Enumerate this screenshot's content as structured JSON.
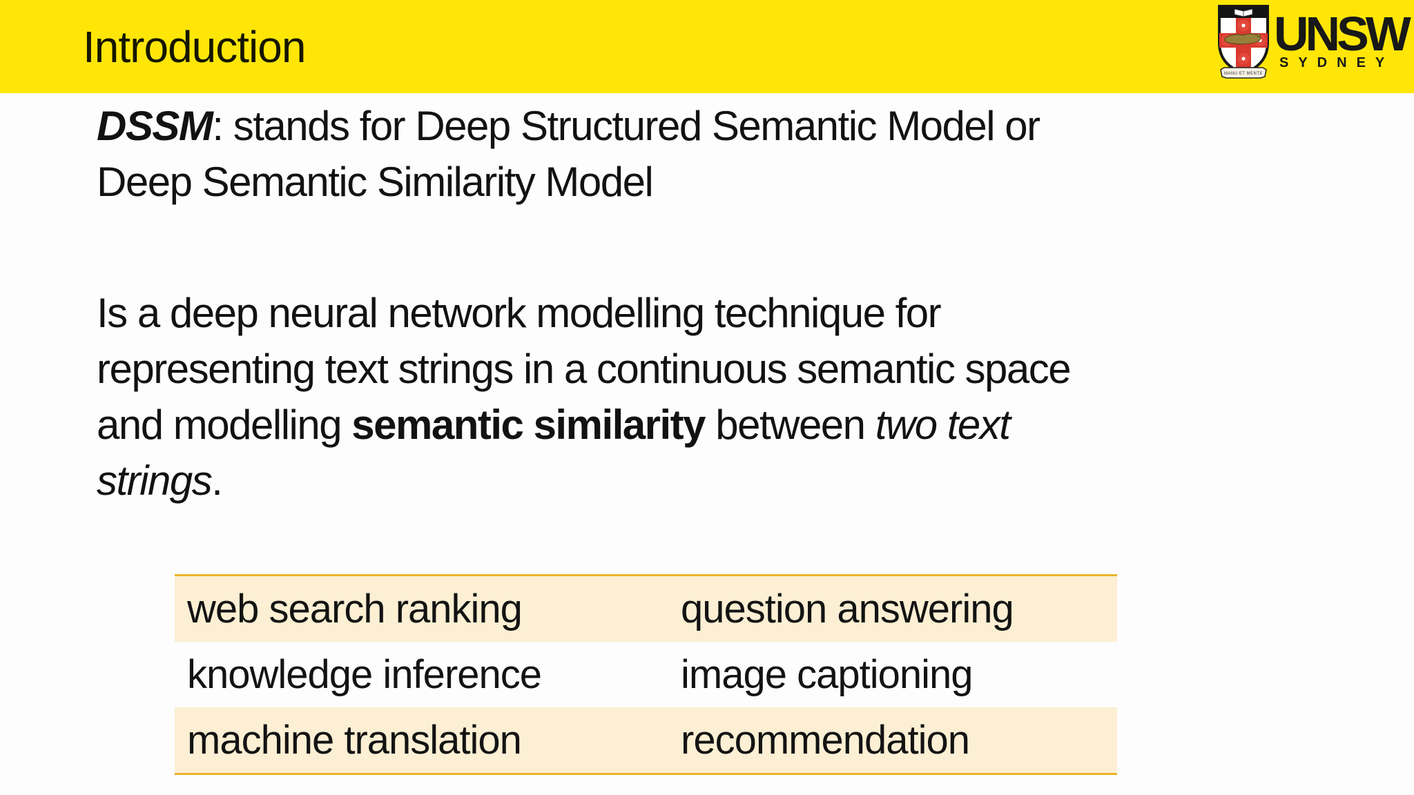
{
  "header": {
    "title": "Introduction"
  },
  "logo": {
    "wordmark": "UNSW",
    "subtitle": "SYDNEY",
    "motto": "MANU ET MENTE"
  },
  "body": {
    "p1": {
      "term": "DSSM",
      "line1_rest": ": stands for Deep Structured Semantic Model or",
      "line2": "Deep Semantic Similarity Model"
    },
    "p2": {
      "line1": "Is a deep neural network modelling technique for",
      "line2": "representing text strings in a continuous semantic space",
      "line3_a": "and modelling ",
      "line3_bold": "semantic similarity",
      "line3_b": " between ",
      "line3_italic": "two text",
      "line4_italic": "strings",
      "line4_end": "."
    }
  },
  "table": {
    "rows": [
      {
        "cells": [
          "web search ranking",
          "question answering"
        ],
        "highlight": true
      },
      {
        "cells": [
          "knowledge inference",
          "image captioning"
        ],
        "highlight": false
      },
      {
        "cells": [
          "machine translation",
          "recommendation"
        ],
        "highlight": true
      }
    ]
  },
  "colors": {
    "header_yellow": "#FFE607",
    "table_highlight": "#FCEFD3",
    "table_border": "#EBB32B",
    "crest_red": "#D93A2E",
    "text": "#121212"
  }
}
